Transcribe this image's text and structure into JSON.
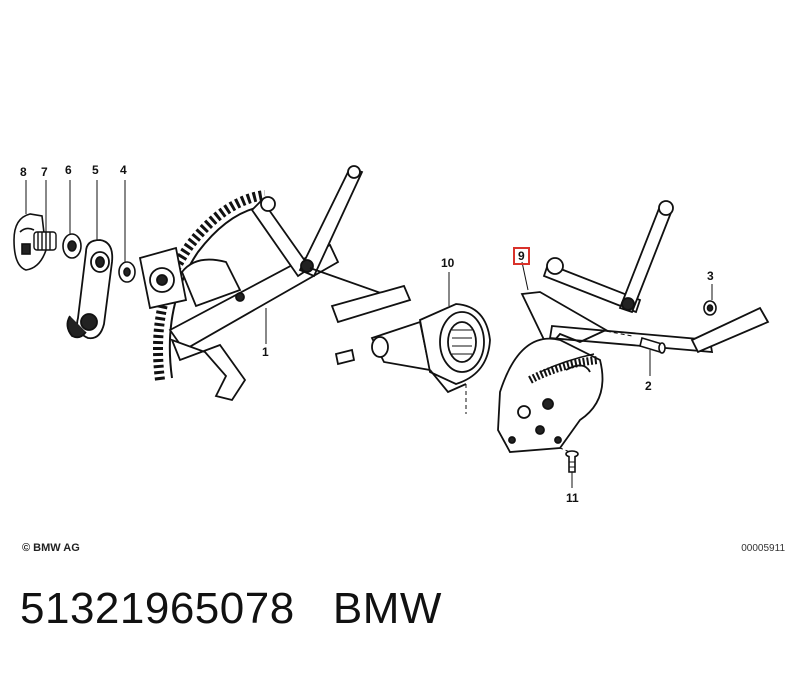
{
  "callouts": {
    "n8": "8",
    "n7": "7",
    "n6": "6",
    "n5": "5",
    "n4": "4",
    "n1": "1",
    "n10": "10",
    "n9": "9",
    "n3": "3",
    "n2": "2",
    "n11": "11"
  },
  "highlight_color": "#d9322b",
  "footer": {
    "copyright": "© BMW AG",
    "doc_number": "00005911"
  },
  "caption": {
    "part_number": "51321965078",
    "brand": "BMW"
  }
}
